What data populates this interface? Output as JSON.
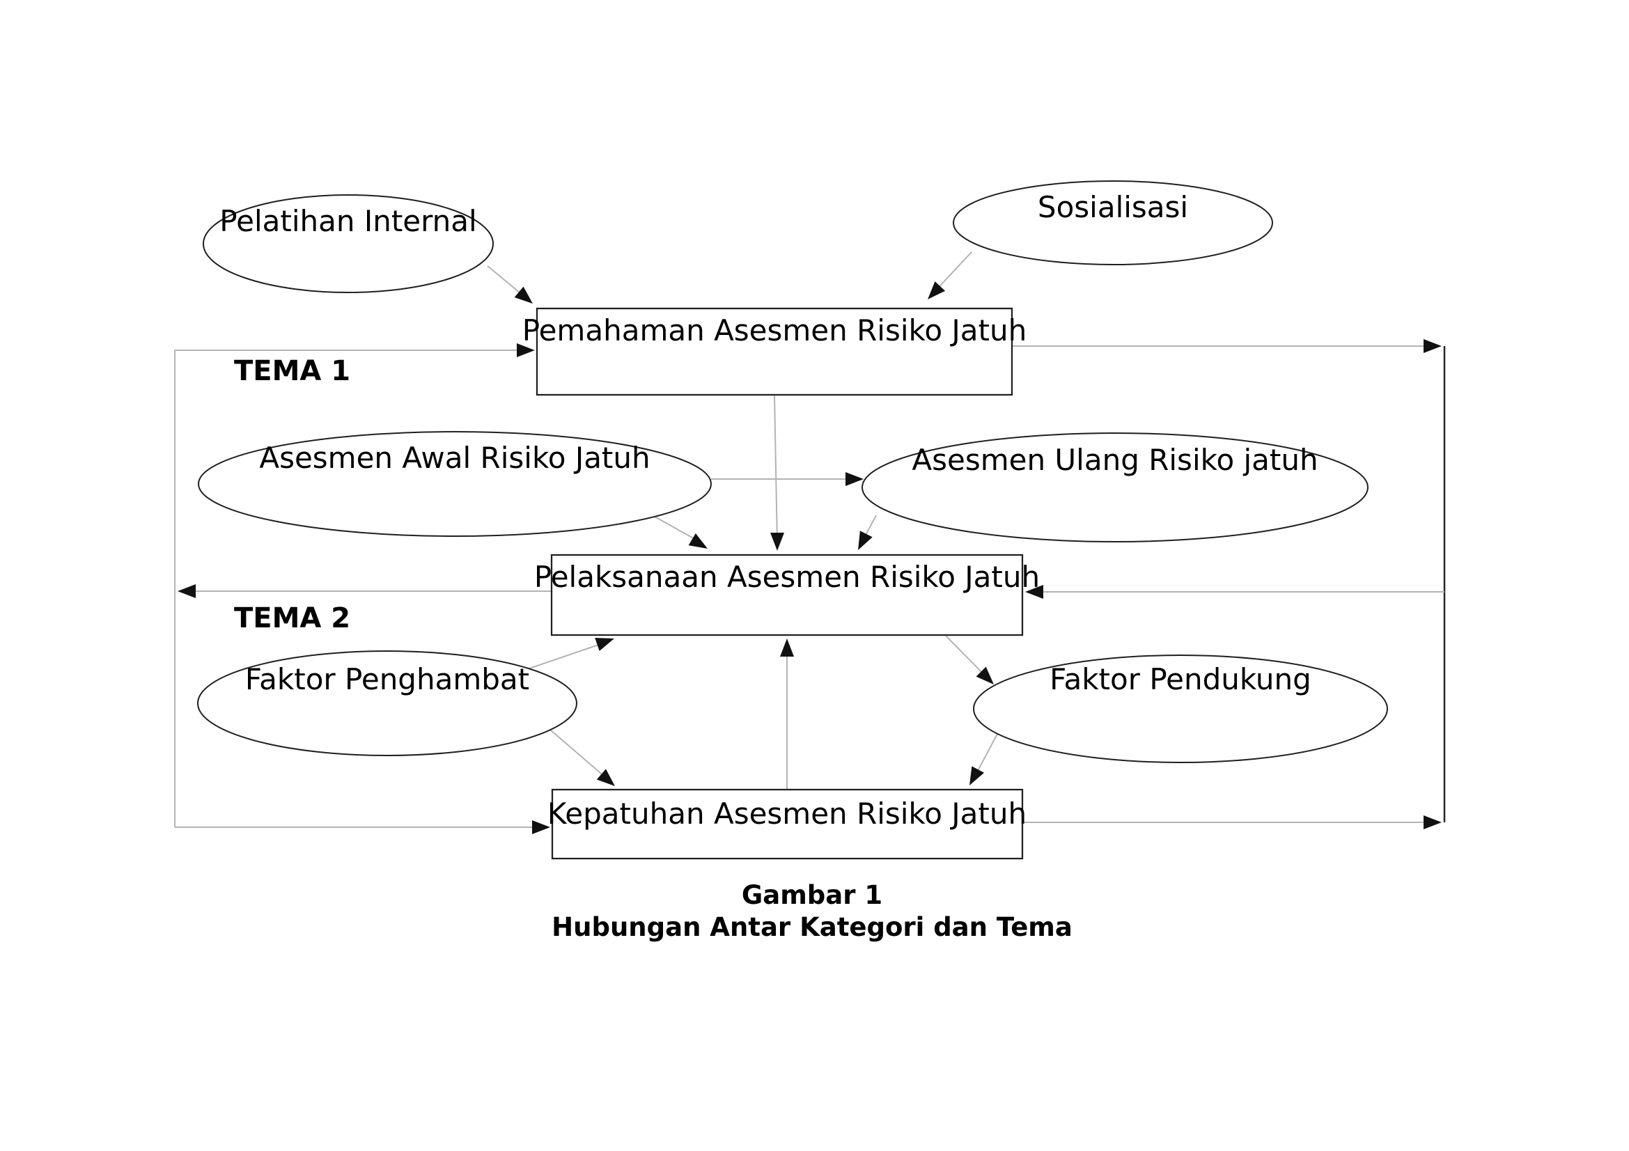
{
  "diagram": {
    "nodes": {
      "pelatihan": {
        "label": "Pelatihan Internal",
        "shape": "ellipse"
      },
      "sosialisasi": {
        "label": "Sosialisasi",
        "shape": "ellipse"
      },
      "pemahaman": {
        "label": "Pemahaman Asesmen Risiko Jatuh",
        "shape": "rect"
      },
      "asesmen_awal": {
        "label": "Asesmen Awal Risiko Jatuh",
        "shape": "ellipse"
      },
      "asesmen_ulang": {
        "label": "Asesmen Ulang Risiko jatuh",
        "shape": "ellipse"
      },
      "pelaksanaan": {
        "label": "Pelaksanaan Asesmen Risiko Jatuh",
        "shape": "rect"
      },
      "faktor_penghambat": {
        "label": "Faktor Penghambat",
        "shape": "ellipse"
      },
      "faktor_pendukung": {
        "label": "Faktor Pendukung",
        "shape": "ellipse"
      },
      "kepatuhan": {
        "label": "Kepatuhan Asesmen Risiko Jatuh",
        "shape": "rect"
      }
    },
    "themes": {
      "tema1": "TEMA 1",
      "tema2": "TEMA 2"
    },
    "caption": {
      "line1": "Gambar 1",
      "line2": "Hubungan Antar Kategori dan Tema"
    },
    "colors": {
      "background": "#ffffff",
      "shape_stroke": "#1f1f1f",
      "connector_gray": "#b3b3b3",
      "connector_dark": "#262626",
      "arrowhead": "#111111",
      "text": "#000000"
    }
  }
}
